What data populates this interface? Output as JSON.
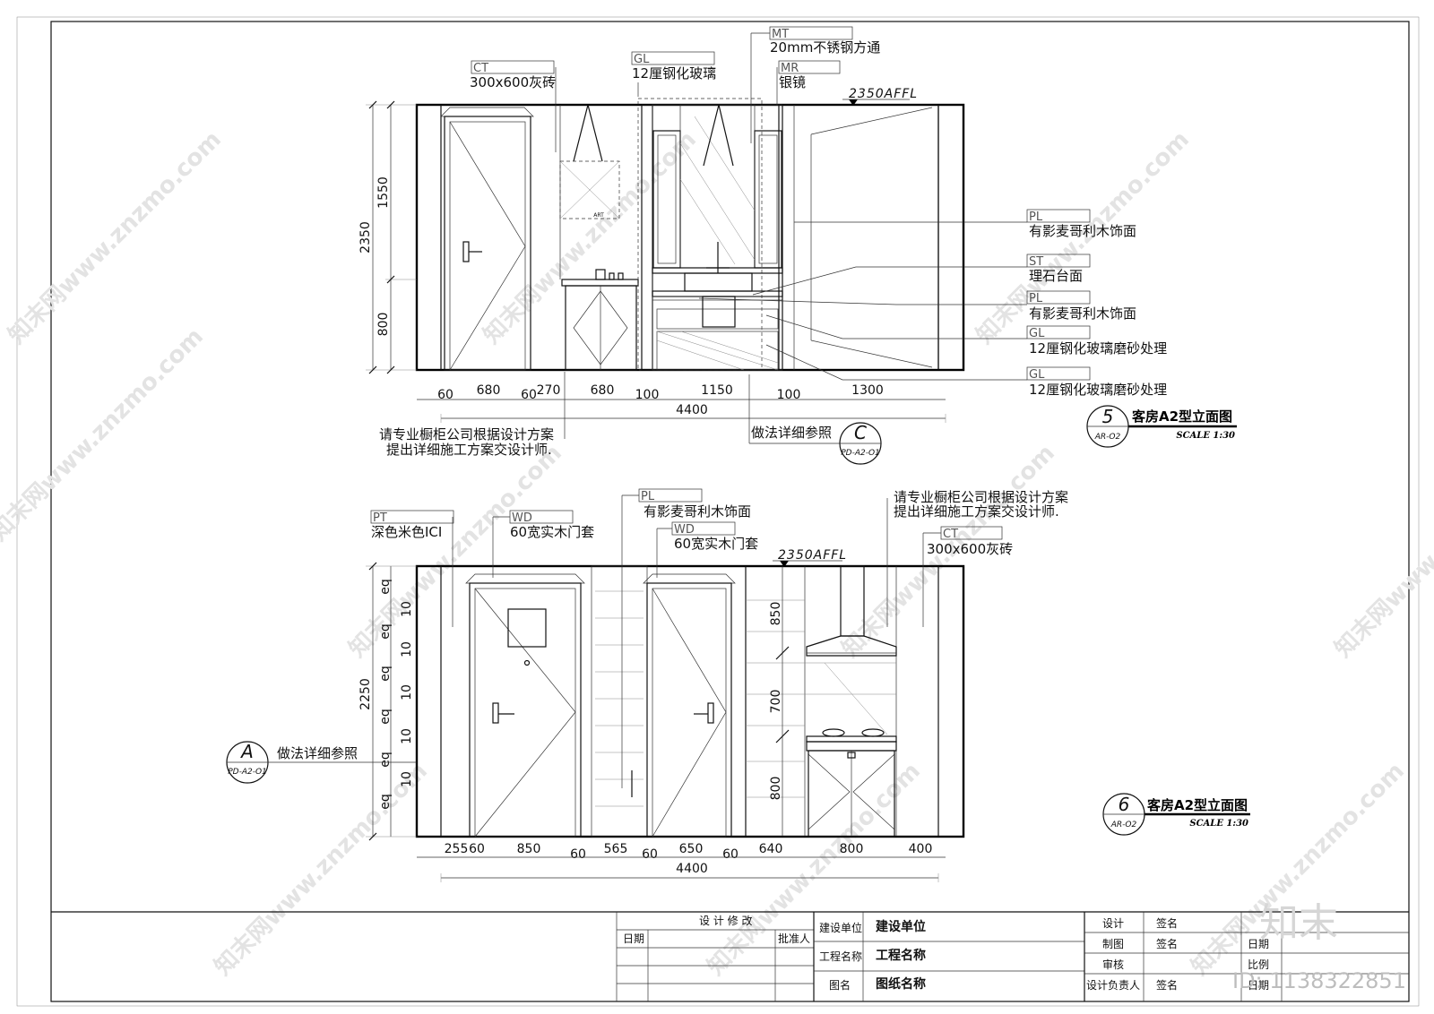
{
  "watermarks": {
    "site": "知末网www.znzmo.com",
    "brand": "知末",
    "id": "ID: 1138322851"
  },
  "elevation5": {
    "number": "5",
    "sheet": "AR-O2",
    "title": "客房A2型立面图",
    "scale": "SCALE 1:30",
    "level": "2350AFFL",
    "tags": [
      {
        "code": "CT",
        "label": "300x600灰砖"
      },
      {
        "code": "GL",
        "label": "12厘钢化玻璃"
      },
      {
        "code": "MT",
        "label": "20mm不锈钢方通"
      },
      {
        "code": "MR",
        "label": "银镜"
      },
      {
        "code": "PL",
        "label": "有影麦哥利木饰面"
      },
      {
        "code": "ST",
        "label": "理石台面"
      },
      {
        "code": "PL",
        "label": "有影麦哥利木饰面"
      },
      {
        "code": "GL",
        "label": "12厘钢化玻璃磨砂处理"
      },
      {
        "code": "GL",
        "label": "12厘钢化玻璃磨砂处理"
      }
    ],
    "vdims": [
      "2350",
      "1550",
      "800"
    ],
    "hdims": [
      "60",
      "680",
      "60",
      "270",
      "680",
      "100",
      "1150",
      "100",
      "1300"
    ],
    "total": "4400",
    "note1": "请专业橱柜公司根据设计方案",
    "note2": "提出详细施工方案交设计师.",
    "detail_text": "做法详细参照",
    "detail_letter": "C",
    "detail_ref": "PD-A2-O1",
    "art": "ART"
  },
  "elevation6": {
    "number": "6",
    "sheet": "AR-O2",
    "title": "客房A2型立面图",
    "scale": "SCALE 1:30",
    "level": "2350AFFL",
    "tags": [
      {
        "code": "PT",
        "label": "深色米色ICI"
      },
      {
        "code": "WD",
        "label": "60宽实木门套"
      },
      {
        "code": "PL",
        "label": "有影麦哥利木饰面"
      },
      {
        "code": "WD",
        "label": "60宽实木门套"
      },
      {
        "code": "CT",
        "label": "300x600灰砖"
      }
    ],
    "note1": "请专业橱柜公司根据设计方案",
    "note2": "提出详细施工方案交设计师.",
    "vdims": [
      "2250",
      "eq",
      "10",
      "850",
      "700",
      "800"
    ],
    "hdims": [
      "255",
      "60",
      "850",
      "60",
      "565",
      "60",
      "650",
      "60",
      "640",
      "800",
      "400"
    ],
    "total": "4400",
    "detail_text": "做法详细参照",
    "detail_letter": "A",
    "detail_ref": "PD-A2-O1"
  },
  "titleblock": {
    "revision_title": "设 计 修 改",
    "date_label": "日期",
    "approver_label": "批准人",
    "client_label": "建设单位",
    "client_value": "建设单位",
    "project_label": "工程名称",
    "project_value": "工程名称",
    "drawing_label": "图名",
    "drawing_value": "图纸名称",
    "design_label": "设计",
    "draw_label": "制图",
    "check_label": "审核",
    "lead_label": "设计负责人",
    "sign": "签名",
    "r_label1": "日期",
    "r_label2": "比例",
    "r_label3": "日期"
  }
}
